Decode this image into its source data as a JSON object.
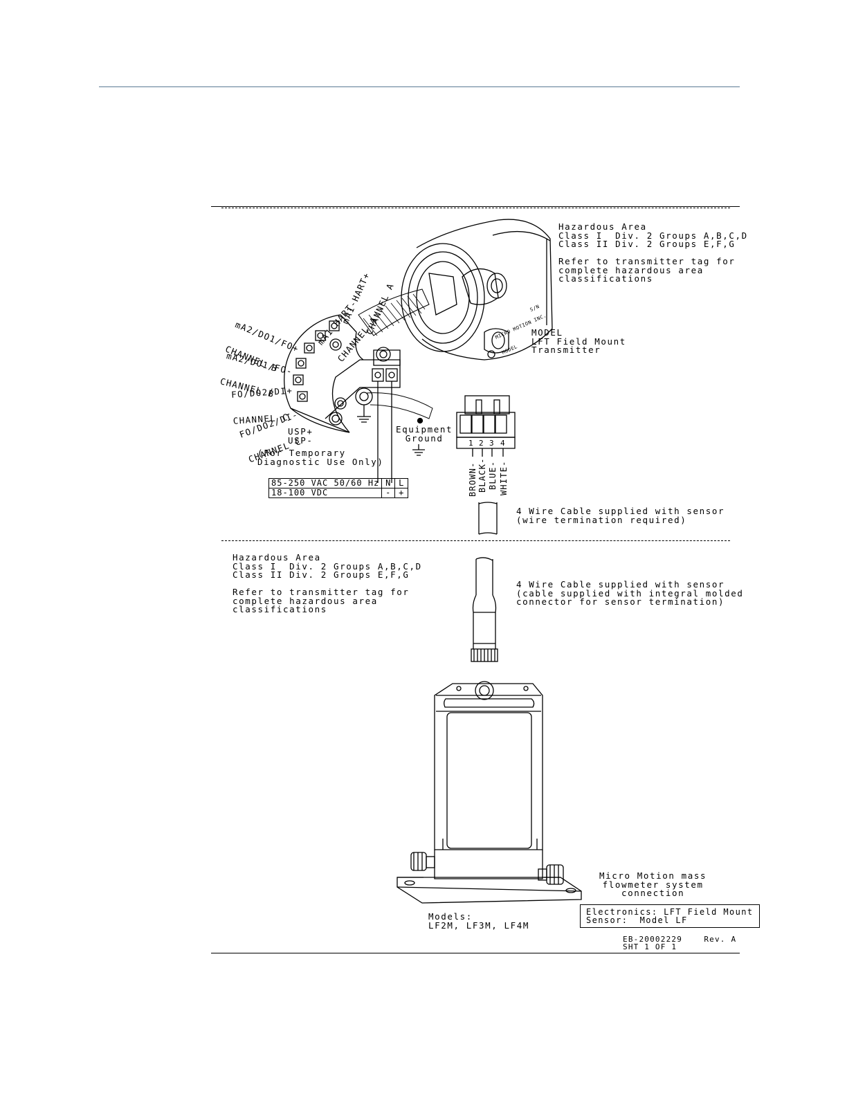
{
  "transmitter": {
    "hazard_lines": [
      "Hazardous Area",
      "Class I  Div. 2 Groups A,B,C,D",
      "Class II Div. 2 Groups E,F,G"
    ],
    "refer_lines": [
      "Refer to transmitter tag for",
      "complete hazardous area",
      "classifications"
    ],
    "model_lines": [
      "MODEL",
      "LFT Field Mount",
      "Transmitter"
    ],
    "housing_lines": [
      "MICRO MOTION INC.",
      "MODEL",
      "S/N"
    ]
  },
  "terminals": {
    "ma1_plus": [
      "mA1 HART+",
      "CHANNEL A"
    ],
    "ma1_minus": [
      "mA1 HART-",
      "CHANNEL A"
    ],
    "ma2_plus": [
      "mA2/DO1/FO+",
      "CHANNEL B"
    ],
    "ma2_minus": [
      "mA2/DO1/FO-",
      "CHANNEL B"
    ],
    "fo_plus": [
      "FO/DO2/DI+",
      "CHANNEL C"
    ],
    "fo_minus": [
      "FO/DO2/DI-",
      "CHANNEL C"
    ],
    "usp": [
      "USP+",
      "USP-"
    ],
    "diag": [
      "(For Temporary",
      "Diagnostic Use Only)"
    ],
    "equipment_ground": [
      "Equipment",
      "Ground"
    ]
  },
  "power_table": [
    {
      "label": "85-250 VAC 50/60 Hz",
      "n": "N",
      "l": "L"
    },
    {
      "label": "18-100 VDC",
      "n": "-",
      "l": "+"
    }
  ],
  "connector": {
    "pins": [
      "1",
      "2",
      "3",
      "4"
    ],
    "wires": [
      "BROWN-",
      "BLACK-",
      "BLUE-",
      "WHITE-"
    ],
    "cable_lines": [
      "4 Wire Cable supplied with sensor",
      "(wire termination required)"
    ]
  },
  "sensor": {
    "hazard_lines": [
      "Hazardous Area",
      "Class I  Div. 2 Groups A,B,C,D",
      "Class II Div. 2 Groups E,F,G"
    ],
    "refer_lines": [
      "Refer to transmitter tag for",
      "complete hazardous area",
      "classifications"
    ],
    "cable_lines": [
      "4 Wire Cable supplied with sensor",
      "(cable supplied with integral molded",
      "connector for sensor termination)"
    ],
    "models_lines": [
      "Models:",
      "LF2M, LF3M, LF4M"
    ],
    "system_lines": [
      "Micro Motion mass",
      "flowmeter system",
      "connection"
    ],
    "box_lines": [
      "Electronics: LFT Field Mount",
      "Sensor:  Model LF"
    ],
    "drawing_lines": [
      "EB-20002229    Rev. A",
      "SHT 1 OF 1"
    ]
  }
}
